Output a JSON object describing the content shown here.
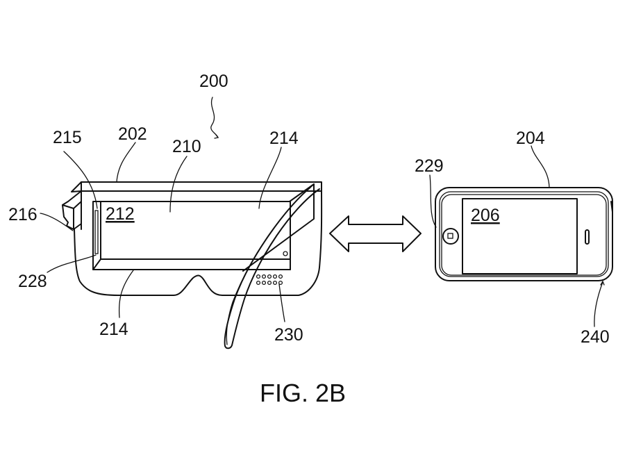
{
  "figure": {
    "caption": "FIG. 2B",
    "labels": {
      "system": "200",
      "headset_body": "202",
      "phone": "204",
      "phone_screen": "206",
      "viewing_area": "210",
      "display_region": "212",
      "frame_edge_top": "214",
      "frame_edge_bottom": "214",
      "slot": "215",
      "strap_mount": "216",
      "connector": "228",
      "home_button": "229",
      "speaker_grille": "230",
      "phone_case": "240"
    },
    "icons": {
      "bidirectional_arrow": "double-headed-arrow",
      "home_button": "circle-square-button"
    }
  }
}
